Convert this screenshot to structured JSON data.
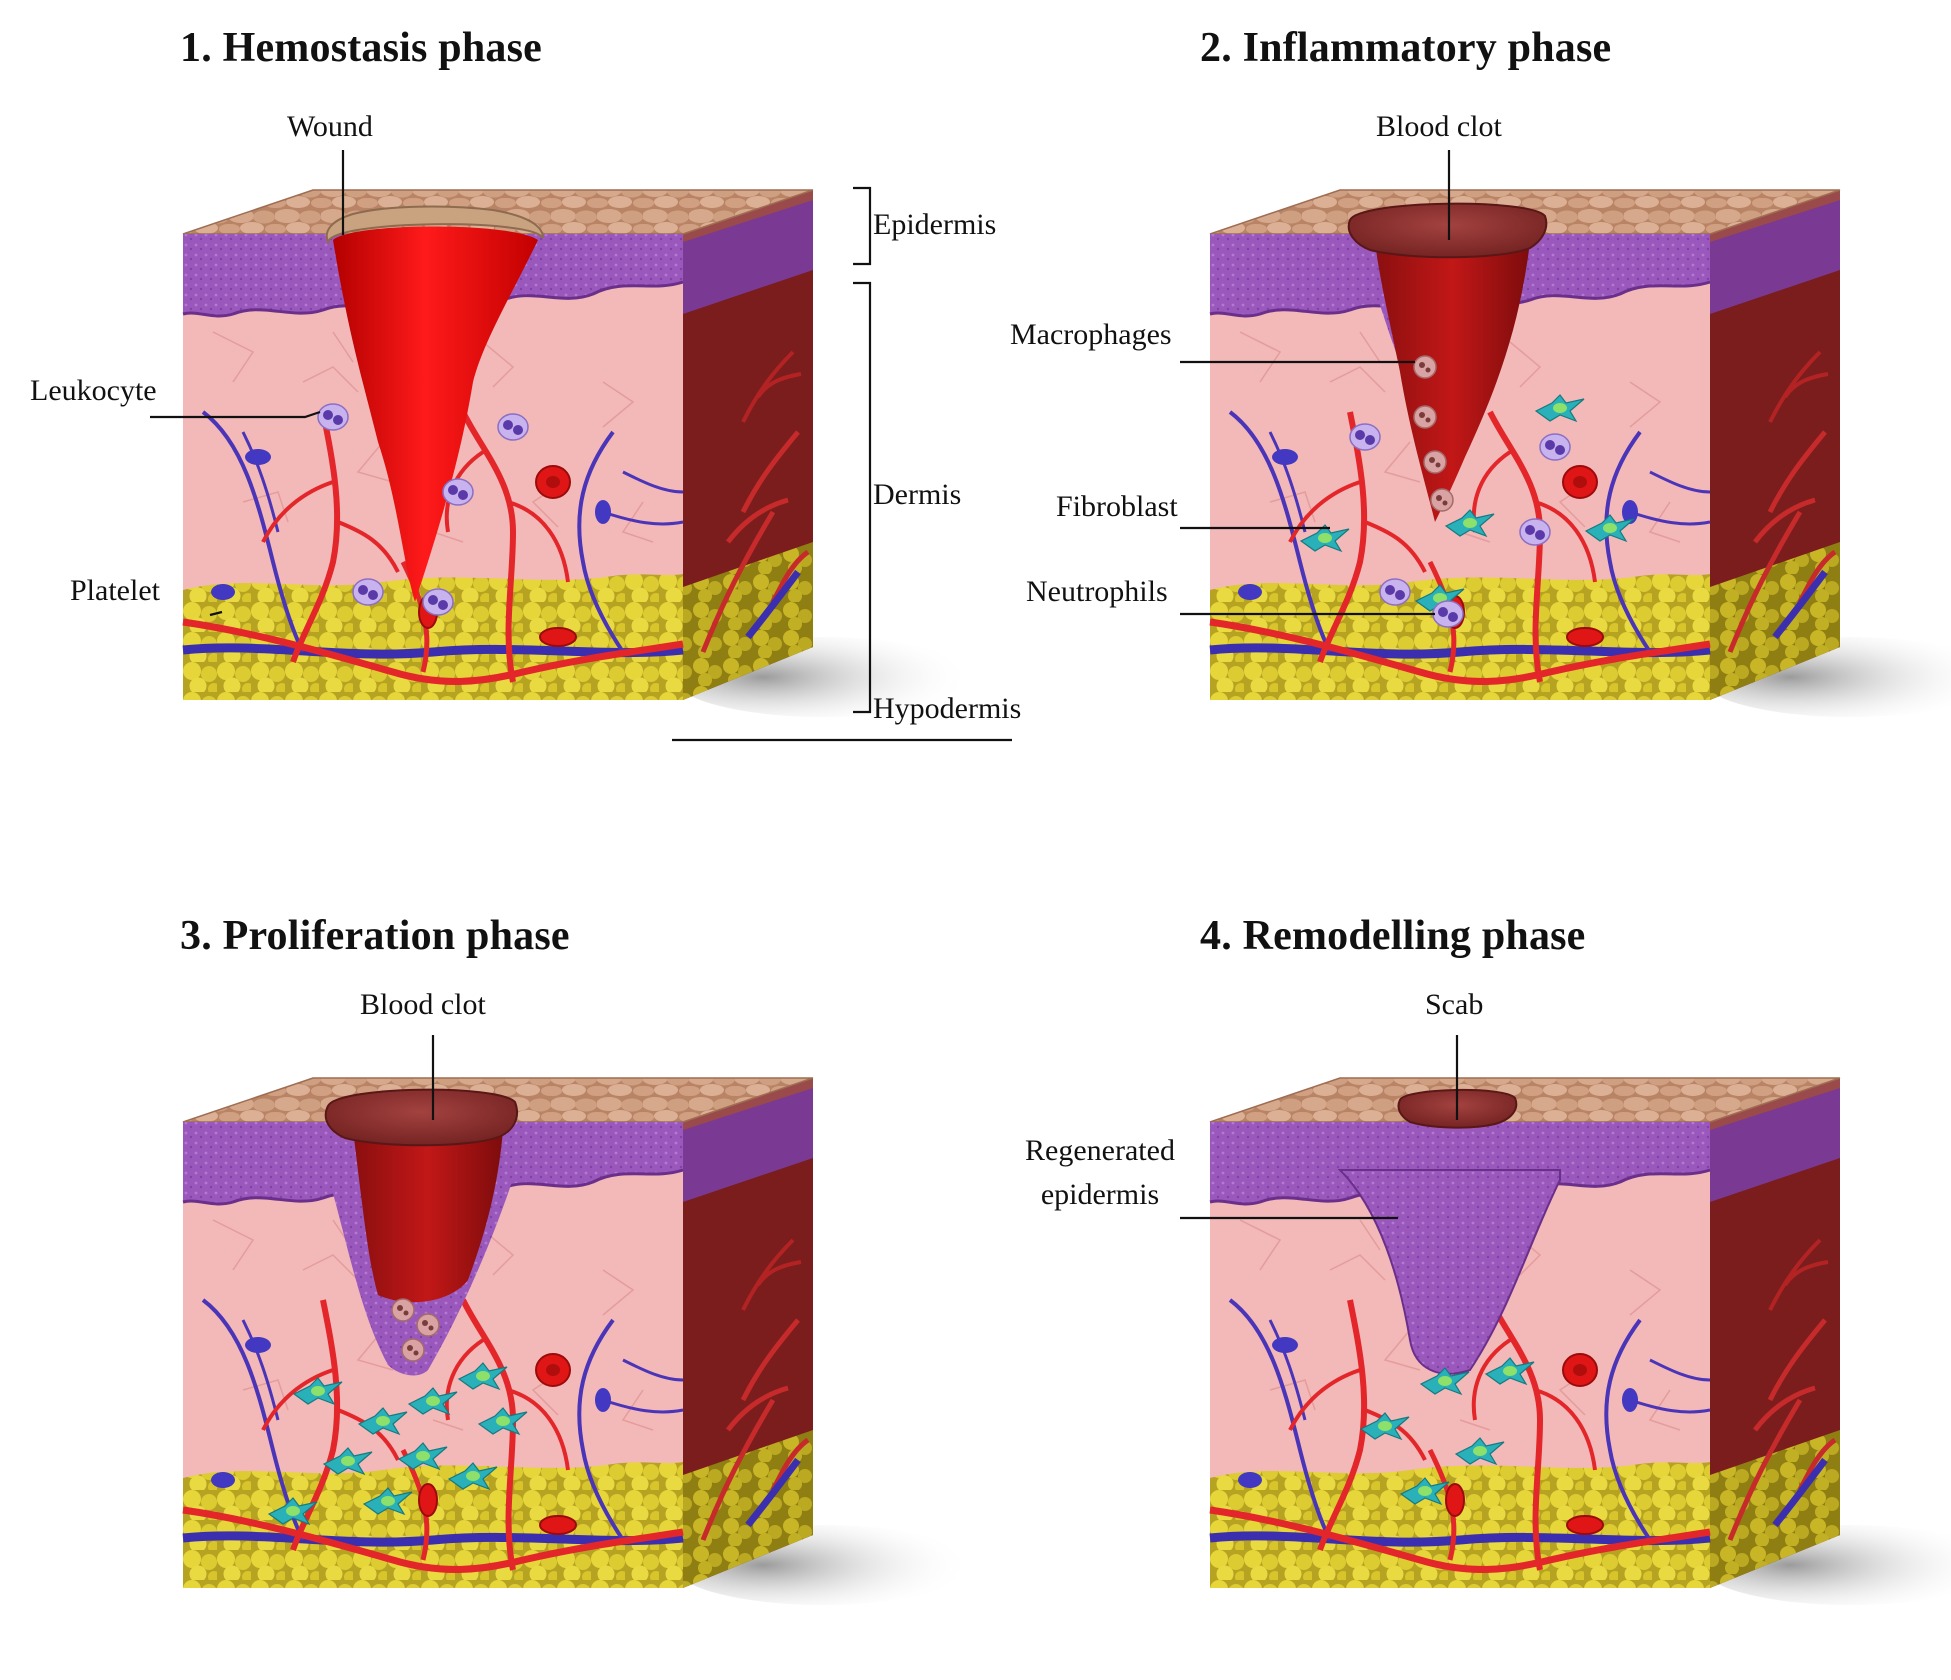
{
  "panels": [
    {
      "title": "1. Hemostasis phase",
      "labels": {
        "top": "Wound",
        "left1": "Leukocyte",
        "left2": "Platelet",
        "layer_epidermis": "Epidermis",
        "layer_dermis": "Dermis",
        "layer_hypodermis": "Hypodermis"
      }
    },
    {
      "title": "2. Inflammatory phase",
      "labels": {
        "top": "Blood clot",
        "left1": "Macrophages",
        "left2": "Fibroblast",
        "left3": "Neutrophils"
      }
    },
    {
      "title": "3. Proliferation phase",
      "labels": {
        "top": "Blood clot"
      }
    },
    {
      "title": "4. Remodelling phase",
      "labels": {
        "top": "Scab",
        "left1_line1": "Regenerated",
        "left1_line2": "epidermis"
      }
    }
  ],
  "colors": {
    "skin_surface": "#c9977a",
    "epidermis_purple": "#8c4fae",
    "dermis_pink": "#f4b9b9",
    "side_dark_red": "#7a1c1c",
    "fat_yellow": "#d9c82e",
    "artery_red": "#e3262a",
    "vein_blue": "#3b2fb0",
    "wound_red": "#e40d0d",
    "clot_dark": "#8f2b2b"
  }
}
